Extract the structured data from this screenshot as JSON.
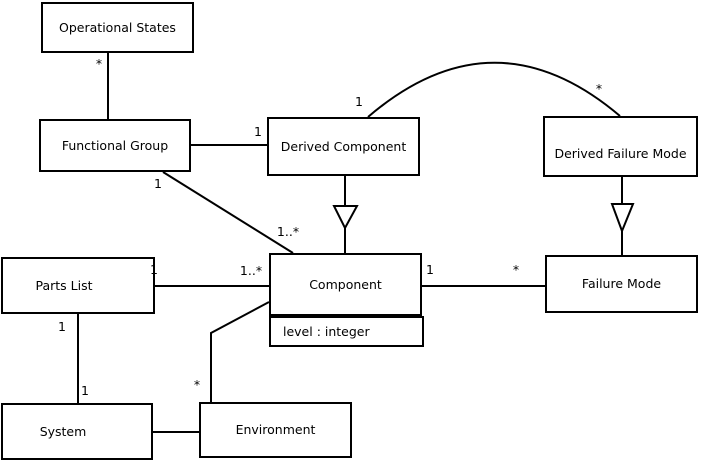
{
  "diagram": {
    "type": "uml-class-diagram",
    "classes": [
      {
        "name": "Operational States"
      },
      {
        "name": "Functional Group"
      },
      {
        "name": "Derived Component"
      },
      {
        "name": "Derived Failure Mode"
      },
      {
        "name": "Parts List"
      },
      {
        "name": "Component",
        "attributes": [
          "level : integer"
        ]
      },
      {
        "name": "Failure Mode"
      },
      {
        "name": "System"
      },
      {
        "name": "Environment"
      }
    ],
    "associations": [
      {
        "from": "Operational States",
        "to": "Functional Group",
        "from_label": "*"
      },
      {
        "from": "Derived Component",
        "to": "Functional Group",
        "from_label": "1"
      },
      {
        "from": "Functional Group",
        "to": "Component",
        "from_label": "1",
        "to_label": "1..*"
      },
      {
        "from": "Derived Component",
        "to": "Derived Failure Mode",
        "from_label": "1",
        "to_label": "*"
      },
      {
        "from": "Parts List",
        "to": "Component",
        "from_label": "1",
        "to_label": "1..*"
      },
      {
        "from": "Component",
        "to": "Failure Mode",
        "from_label": "1",
        "to_label": "*"
      },
      {
        "from": "Parts List",
        "to": "System",
        "from_label": "1",
        "to_label": "1"
      },
      {
        "from": "Environment",
        "to": "Component",
        "from_label": "*"
      },
      {
        "from": "System",
        "to": "Environment"
      }
    ],
    "generalizations": [
      {
        "child": "Derived Component",
        "parent": "Component"
      },
      {
        "child": "Derived Failure Mode",
        "parent": "Failure Mode"
      }
    ],
    "colors": {
      "line": "#000000",
      "background": "#ffffff",
      "box_fill": "#ffffff",
      "text": "#000000"
    }
  }
}
